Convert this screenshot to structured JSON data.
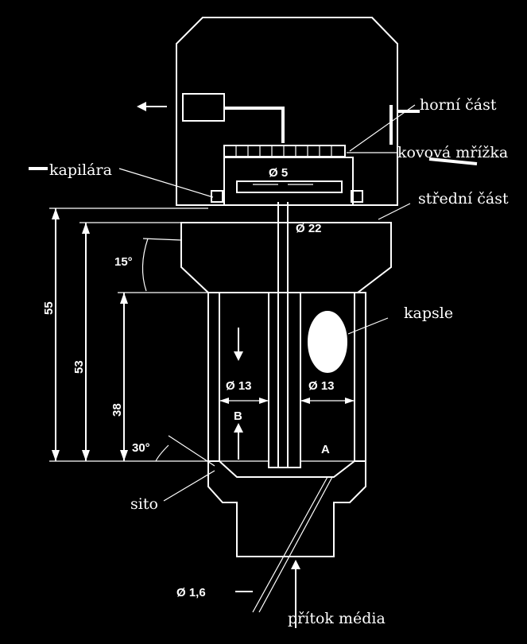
{
  "labels": {
    "horni_cast": "horní část",
    "kovova_mrizka": "kovová mřížka",
    "kapilara": "kapilára",
    "stredni_cast": "střední část",
    "kapsle": "kapsle",
    "sito": "sito",
    "pritok_media": "přítok média"
  },
  "dimensions": {
    "d5": "Ø 5",
    "d22": "Ø 22",
    "angle15": "15°",
    "h55": "55",
    "h53": "53",
    "h38": "38",
    "d13_left": "Ø 13",
    "d13_right": "Ø 13",
    "chamber_b": "B",
    "chamber_a": "A",
    "angle30": "30°",
    "d16": "Ø 1,6"
  },
  "colors": {
    "background": "#000000",
    "line": "#ffffff"
  }
}
